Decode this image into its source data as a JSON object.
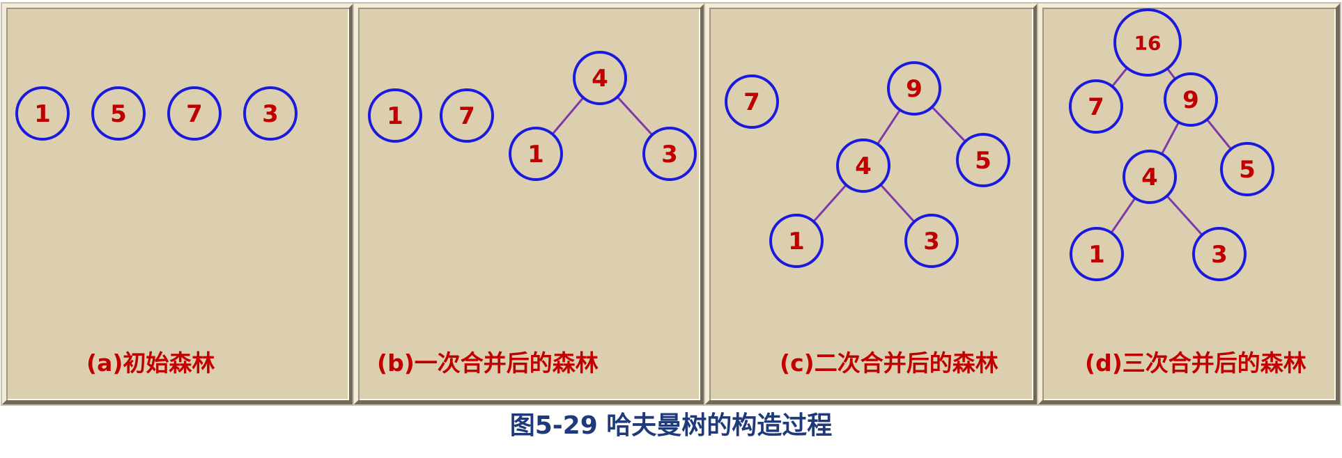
{
  "panels": [
    {
      "id": "a",
      "caption": "(a)初始森林",
      "nodes": [
        {
          "id": "a1",
          "label": "1"
        },
        {
          "id": "a5",
          "label": "5"
        },
        {
          "id": "a7",
          "label": "7"
        },
        {
          "id": "a3",
          "label": "3"
        }
      ],
      "edges": []
    },
    {
      "id": "b",
      "caption": "(b)一次合并后的森林",
      "nodes": [
        {
          "id": "b1",
          "label": "1"
        },
        {
          "id": "b7",
          "label": "7"
        },
        {
          "id": "b4",
          "label": "4"
        },
        {
          "id": "b1c",
          "label": "1"
        },
        {
          "id": "b3c",
          "label": "3"
        }
      ],
      "edges": [
        [
          "b4",
          "b1c"
        ],
        [
          "b4",
          "b3c"
        ]
      ]
    },
    {
      "id": "c",
      "caption": "(c)二次合并后的森林",
      "nodes": [
        {
          "id": "c7",
          "label": "7"
        },
        {
          "id": "c9",
          "label": "9"
        },
        {
          "id": "c4",
          "label": "4"
        },
        {
          "id": "c5",
          "label": "5"
        },
        {
          "id": "c1",
          "label": "1"
        },
        {
          "id": "c3",
          "label": "3"
        }
      ],
      "edges": [
        [
          "c9",
          "c4"
        ],
        [
          "c9",
          "c5"
        ],
        [
          "c4",
          "c1"
        ],
        [
          "c4",
          "c3"
        ]
      ]
    },
    {
      "id": "d",
      "caption": "(d)三次合并后的森林",
      "nodes": [
        {
          "id": "d16",
          "label": "16"
        },
        {
          "id": "d7",
          "label": "7"
        },
        {
          "id": "d9",
          "label": "9"
        },
        {
          "id": "d4",
          "label": "4"
        },
        {
          "id": "d5",
          "label": "5"
        },
        {
          "id": "d1",
          "label": "1"
        },
        {
          "id": "d3",
          "label": "3"
        }
      ],
      "edges": [
        [
          "d16",
          "d7"
        ],
        [
          "d16",
          "d9"
        ],
        [
          "d9",
          "d4"
        ],
        [
          "d9",
          "d5"
        ],
        [
          "d4",
          "d1"
        ],
        [
          "d4",
          "d3"
        ]
      ]
    }
  ],
  "figure_caption": "图5-29 哈夫曼树的构造过程",
  "colors": {
    "panel_background": "#dccfb0",
    "node_stroke": "#1a1adf",
    "node_text": "#c00000",
    "edge": "#7a3aa8",
    "panel_caption": "#c00000",
    "figure_caption": "#1f3a7a"
  }
}
